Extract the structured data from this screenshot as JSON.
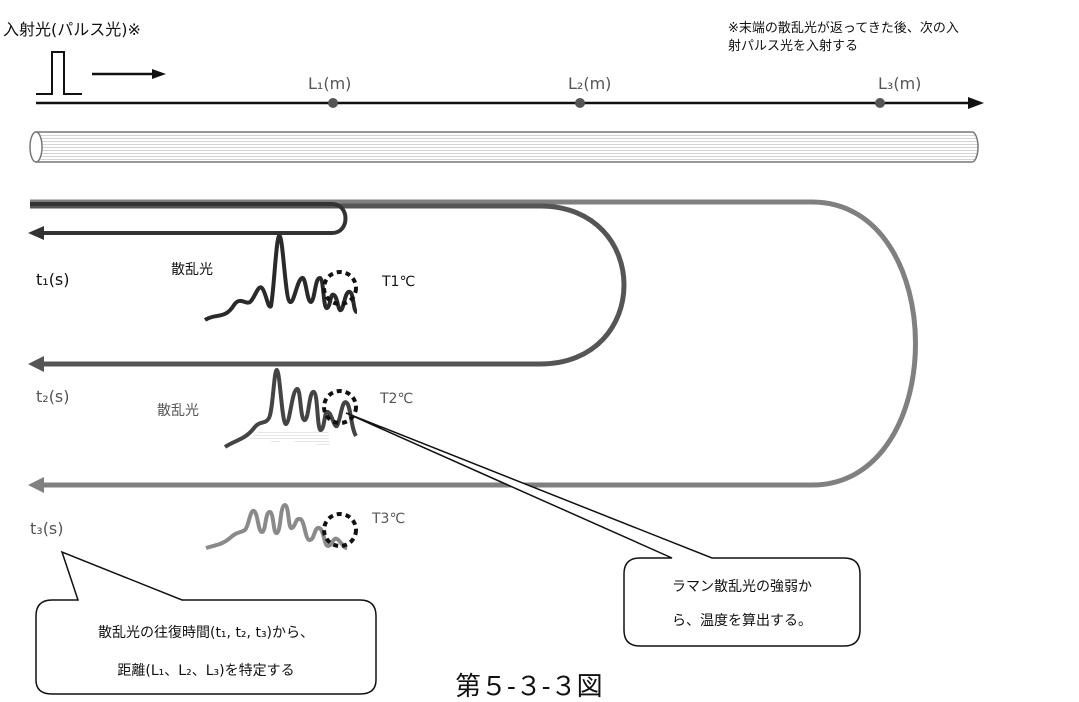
{
  "header": {
    "incident_light": "入射光(パルス光)※",
    "note_line1": "※末端の散乱光が返ってきた後、次の入",
    "note_line2": "射パルス光を入射する"
  },
  "axis": {
    "L1": "L₁(m)",
    "L2": "L₂(m)",
    "L3": "L₃(m)"
  },
  "returns": {
    "t1": "t₁(s)",
    "t2": "t₂(s)",
    "t3": "t₃(s)"
  },
  "scatter": {
    "label1": "散乱光",
    "label2": "散乱光",
    "T1": "T1℃",
    "T2": "T2℃",
    "T3": "T3℃"
  },
  "callouts": {
    "left_line1": "散乱光の往復時間(t₁, t₂, t₃)から、",
    "left_line2": "距離(L₁、L₂、L₃)を特定する",
    "right_line1": "ラマン散乱光の強弱か",
    "right_line2": "ら、温度を算出する。"
  },
  "caption": "第５-３-３図"
}
